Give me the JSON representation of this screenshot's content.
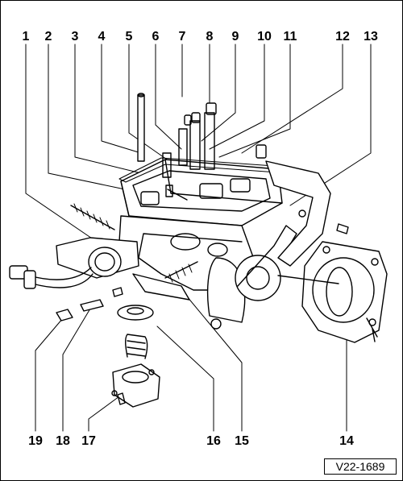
{
  "labels": {
    "top": [
      "1",
      "2",
      "3",
      "4",
      "5",
      "6",
      "7",
      "8",
      "9",
      "10",
      "11",
      "12",
      "13"
    ],
    "bottom": [
      "19",
      "18",
      "17",
      "16",
      "15",
      "14"
    ]
  },
  "reference": "V22-1689"
}
